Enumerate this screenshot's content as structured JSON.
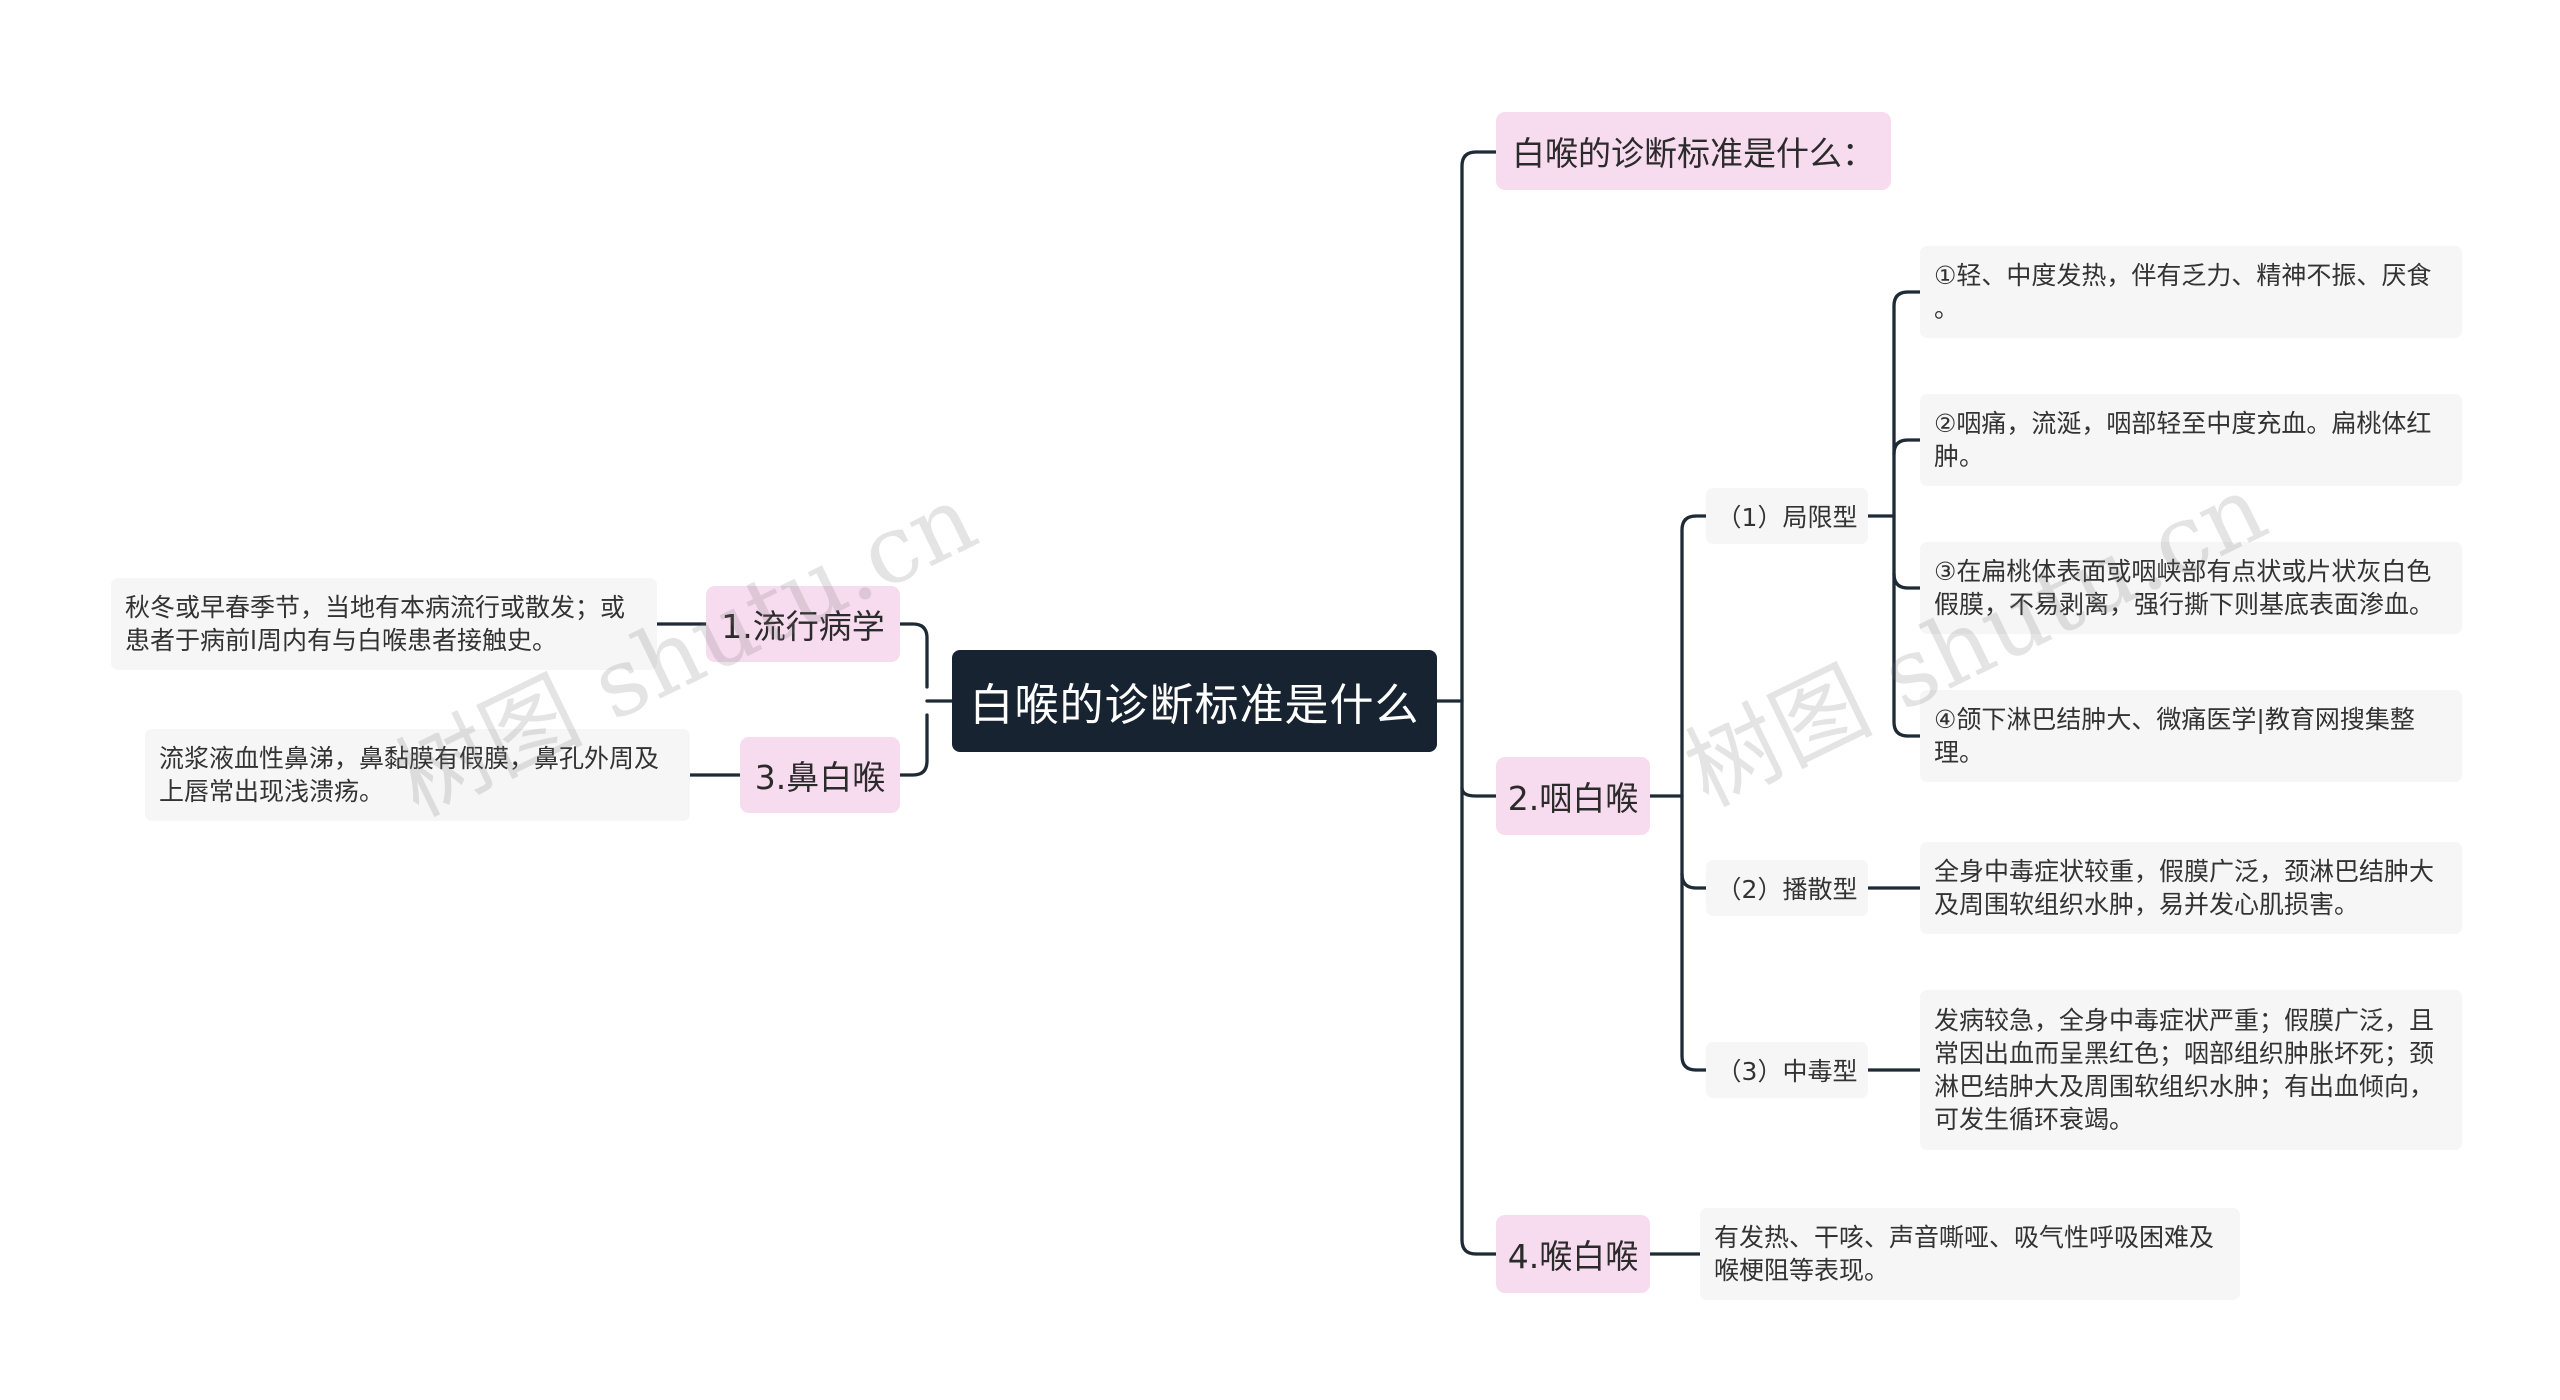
{
  "root": "白喉的诊断标准是什么",
  "branches": {
    "title_q": "白喉的诊断标准是什么：",
    "pharyngeal": "2.咽白喉",
    "laryngeal": "4.喉白喉",
    "epidemiology": "1.流行病学",
    "nasal": "3.鼻白喉"
  },
  "subs": {
    "local": "（1）局限型",
    "spread": "（2）播散型",
    "toxic": "（3）中毒型"
  },
  "leaves": {
    "local_1": "①轻、中度发热，伴有乏力、精神不振、厌食\n。",
    "local_2": "②咽痛，流涎，咽部轻至中度充血。扁桃体红\n肿。",
    "local_3": "③在扁桃体表面或咽峡部有点状或片状灰白色\n假膜，不易剥离，强行撕下则基底表面渗血。",
    "local_4": "④颌下淋巴结肿大、微痛医学|教育网搜集整\n理。",
    "spread_1": "全身中毒症状较重，假膜广泛，颈淋巴结肿大\n及周围软组织水肿，易并发心肌损害。",
    "toxic_1": "发病较急，全身中毒症状严重；假膜广泛，且\n常因出血而呈黑红色；咽部组织肿胀坏死；颈\n淋巴结肿大及周围软组织水肿；有出血倾向，\n可发生循环衰竭。",
    "laryngeal_1": "有发热、干咳、声音嘶哑、吸气性呼吸困难及\n喉梗阻等表现。",
    "epidemiology_1": "秋冬或早春季节，当地有本病流行或散发；或\n患者于病前l周内有与白喉患者接触史。",
    "nasal_1": "流浆液血性鼻涕，鼻黏膜有假膜，鼻孔外周及\n上唇常出现浅溃疡。"
  },
  "watermark": "树图 shutu.cn",
  "colors": {
    "root_bg": "#172330",
    "branch_bg": "#f7dbef",
    "leaf_bg": "#f6f6f6",
    "line": "#1e2a36"
  }
}
